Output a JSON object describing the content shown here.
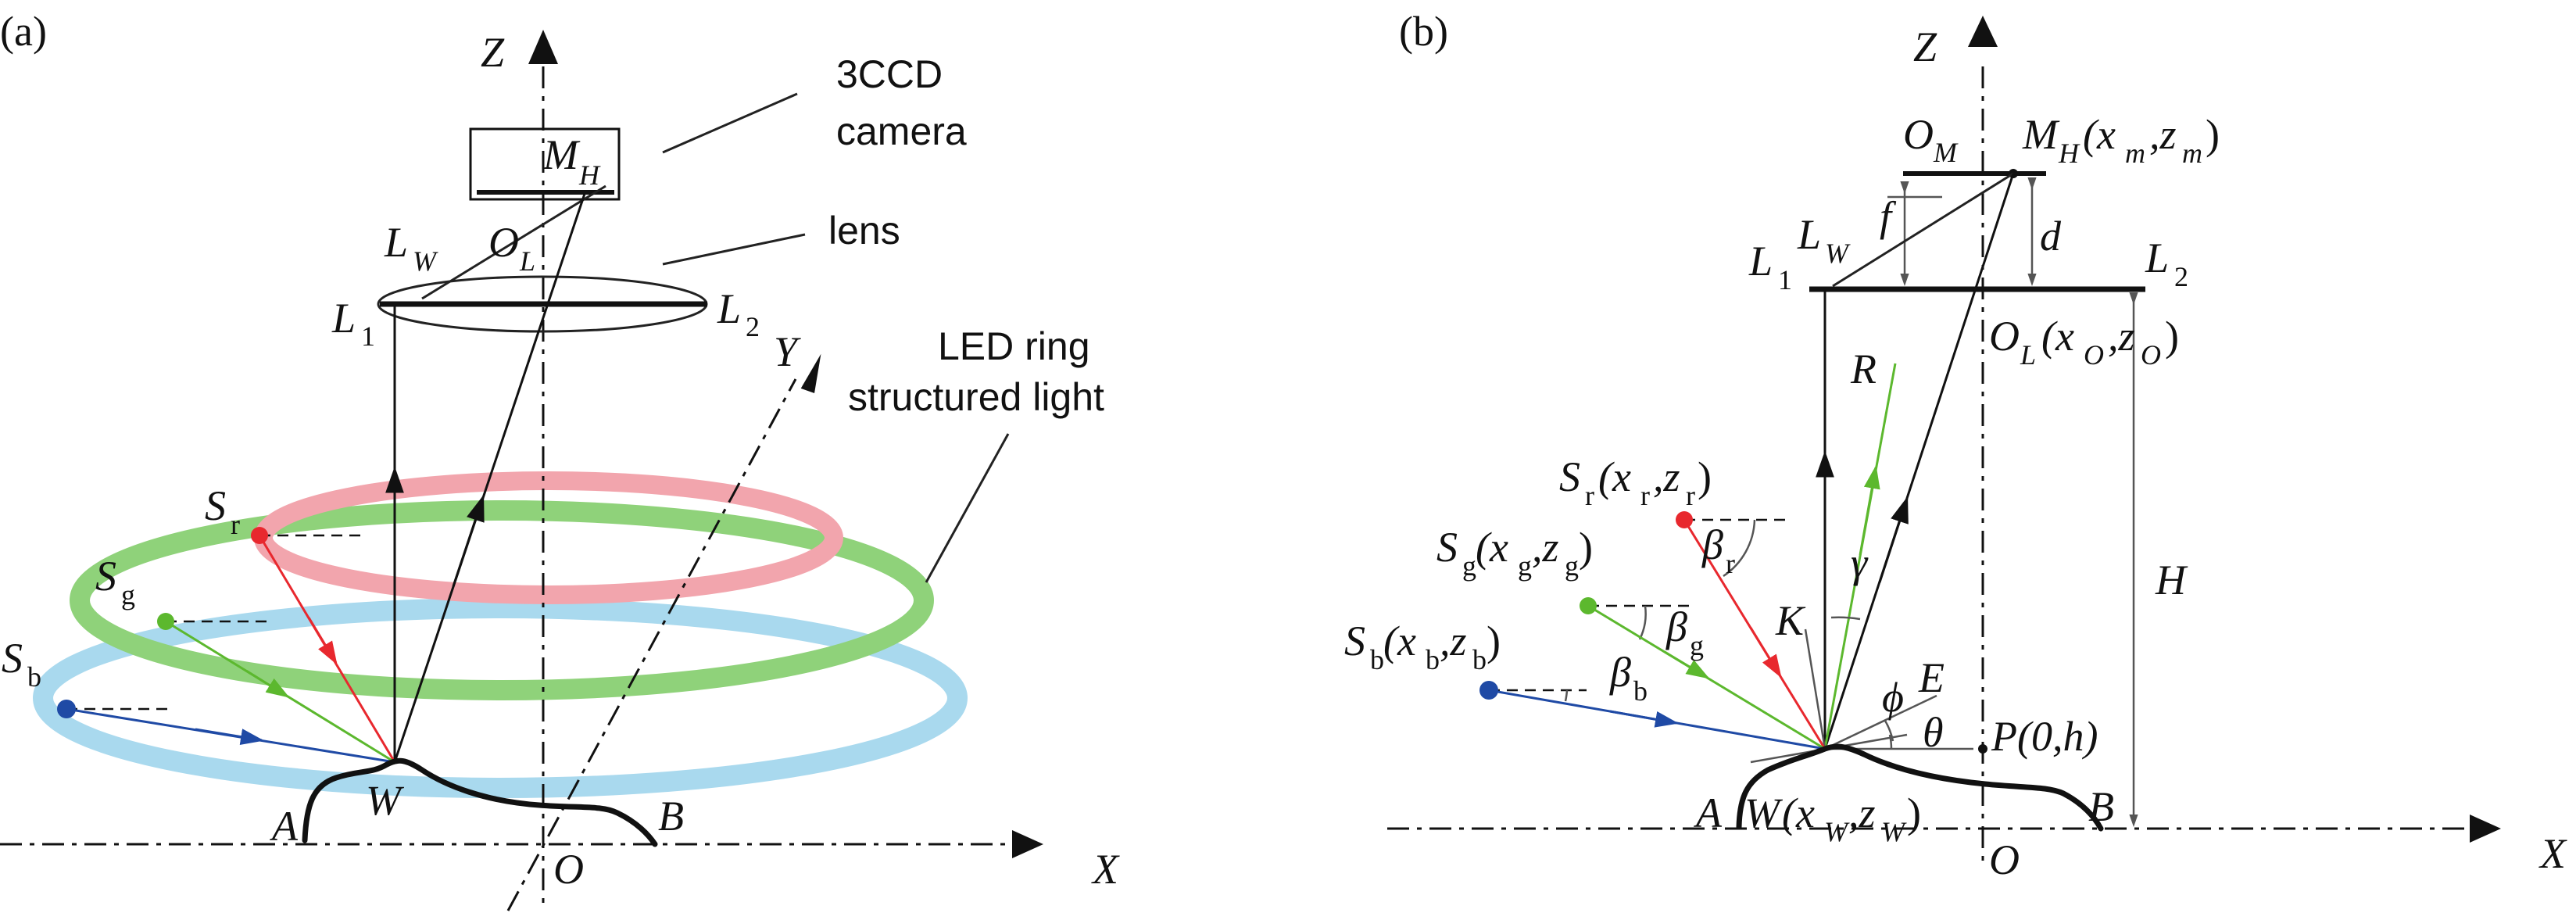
{
  "panel_a": {
    "tag": "(a)",
    "axis_z": "Z",
    "axis_x": "X",
    "axis_y": "Y",
    "origin": "O",
    "camera_label_1": "3CCD",
    "camera_label_2": "camera",
    "lens_label": "lens",
    "led_label_1": "LED ring",
    "led_label_2": "structured light",
    "m_main": "M",
    "m_sub": "H",
    "lw_main": "L",
    "lw_sub": "W",
    "ol_main": "O",
    "ol_sub": "L",
    "l1_main": "L",
    "l1_sub": "1",
    "l2_main": "L",
    "l2_sub": "2",
    "sr_main": "S",
    "sr_sub": "r",
    "sg_main": "S",
    "sg_sub": "g",
    "sb_main": "S",
    "sb_sub": "b",
    "point_a": "A",
    "point_w": "W",
    "point_b": "B"
  },
  "panel_b": {
    "tag": "(b)",
    "axis_z": "Z",
    "axis_x": "X",
    "origin": "O",
    "om_main": "O",
    "om_sub": "M",
    "mh_main": "M",
    "mh_sub": "H",
    "mh_open": "(x",
    "mh_sub2": "m",
    "mh_comma": ",z",
    "mh_sub3": "m",
    "mh_close": ")",
    "f": "f",
    "d": "d",
    "l1_main": "L",
    "l1_sub": "1",
    "lw_main": "L",
    "lw_sub": "W",
    "l2_main": "L",
    "l2_sub": "2",
    "ol_main": "O",
    "ol_sub": "L",
    "ol_open": "(x",
    "ol_sub2": "O",
    "ol_comma": ",z",
    "ol_sub3": "O",
    "ol_close": ")",
    "r": "R",
    "h_cap": "H",
    "k": "K",
    "e": "E",
    "gamma": "γ",
    "phi": "ϕ",
    "theta": "θ",
    "sr_main": "S",
    "sr_sub": "r",
    "sr_open": "(x",
    "sr_sub2": "r",
    "sr_comma": ",z",
    "sr_sub3": "r",
    "sr_close": ")",
    "sg_main": "S",
    "sg_sub": "g",
    "sg_open": "(x",
    "sg_sub2": "g",
    "sg_comma": ",z",
    "sg_sub3": "g",
    "sg_close": ")",
    "sb_main": "S",
    "sb_sub": "b",
    "sb_open": "(x",
    "sb_sub2": "b",
    "sb_comma": ",z",
    "sb_sub3": "b",
    "sb_close": ")",
    "br_main": "β",
    "br_sub": "r",
    "bg_main": "β",
    "bg_sub": "g",
    "bb_main": "β",
    "bb_sub": "b",
    "p_label": "P(0,h)",
    "point_a": "A",
    "w_main": "W",
    "w_open": "(x",
    "w_sub2": "W",
    "w_comma": ",z",
    "w_sub3": "W",
    "w_close": ")",
    "point_b": "B"
  },
  "colors": {
    "red_ring": "#f2a5ad",
    "green_ring": "#8fd27a",
    "blue_ring": "#a9d9ee",
    "red": "#e8282e",
    "green": "#5cb82e",
    "blue": "#1f4aa5"
  }
}
